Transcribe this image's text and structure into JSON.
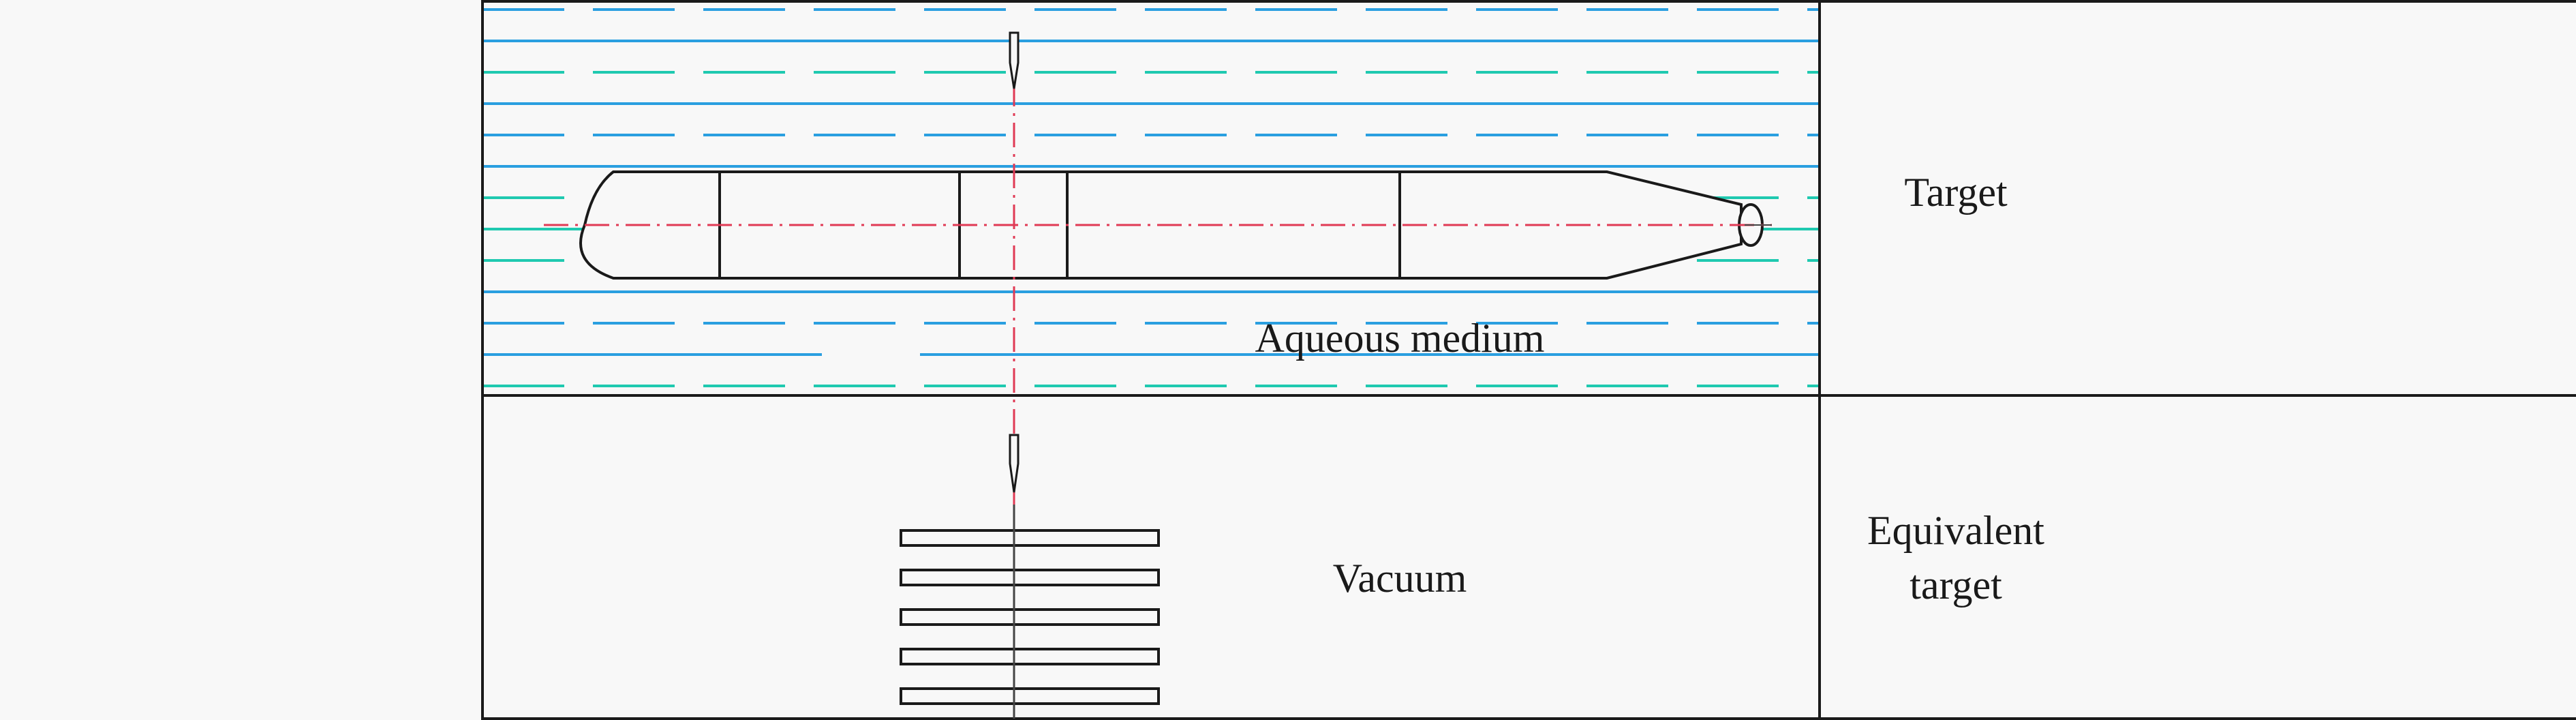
{
  "labels": {
    "target": "Target",
    "equivalent_target_line1": "Equivalent",
    "equivalent_target_line2": "target",
    "aqueous_medium": "Aqueous medium",
    "vacuum": "Vacuum"
  },
  "colors": {
    "background": "#f8f8f8",
    "outline": "#1a1a1a",
    "water_blue": "#2a9fe0",
    "water_teal": "#1fc9b0",
    "axis_red": "#e03a55",
    "axis_dark": "#444444"
  },
  "plate_count": 5
}
